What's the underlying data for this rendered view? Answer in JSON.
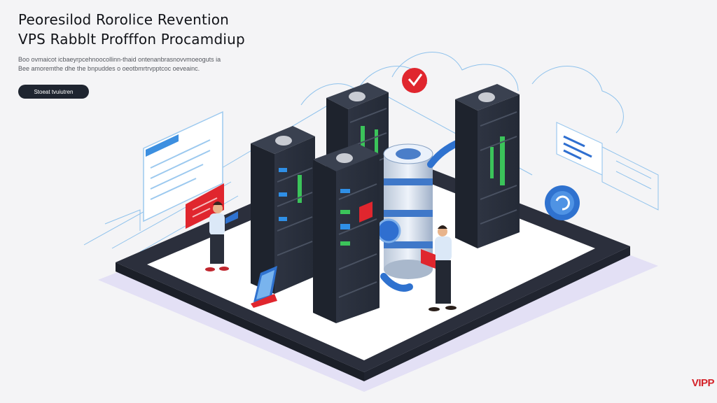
{
  "hero": {
    "title_line1": "Peoresilod Rorolice Revention",
    "title_line2": "VPS Rabblt Profffon Procamdiup",
    "desc_line1": "Boo ovmaicot icbaeyrpcehnoocollinn-thaid ontenanbrasnovvmoeoguts ia",
    "desc_line2": "Bee amoremthe dhe the bnpuddes o oeotbmrtrvpptcoc oeveainc.",
    "cta_label": "Stoeat tvuiutren"
  },
  "brand": {
    "mark": "VIPP"
  },
  "icons": {
    "antivirus": "shield-check-icon",
    "monitor": "monitor-icon",
    "sync": "sync-icon",
    "rabbit": "rabbit-node-icon"
  },
  "colors": {
    "accent": "#e0262e",
    "server_dark": "#2a2f3b",
    "server_side": "#1b1f28",
    "platform": "#2b2f3c",
    "glow": "#8b7fe0",
    "blue": "#2f8fe6",
    "green": "#3bc45a"
  }
}
